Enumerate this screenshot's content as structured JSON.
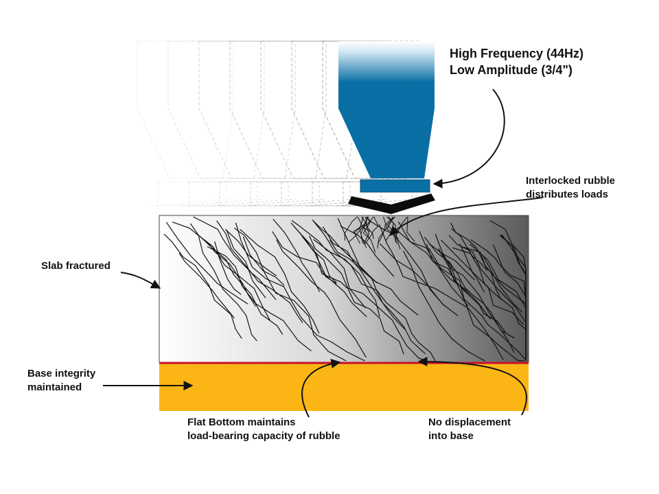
{
  "labels": {
    "frequency": "High Frequency (44Hz)",
    "amplitude": "Low Amplitude (3/4\")",
    "interlocked_1": "Interlocked rubble",
    "interlocked_2": "distributes loads",
    "slab": "Slab fractured",
    "base_1": "Base integrity",
    "base_2": "maintained",
    "flat_1": "Flat Bottom maintains",
    "flat_2": "load-bearing capacity of rubble",
    "nodisp_1": "No displacement",
    "nodisp_2": "into base"
  },
  "colors": {
    "hammer": "#0a6fa5",
    "hammer_light": "#6fb4d6",
    "foot": "#0b0b0b",
    "base": "#fbb615",
    "interface": "#c8102e",
    "slab_light": "#ffffff",
    "slab_dark": "#555555"
  }
}
